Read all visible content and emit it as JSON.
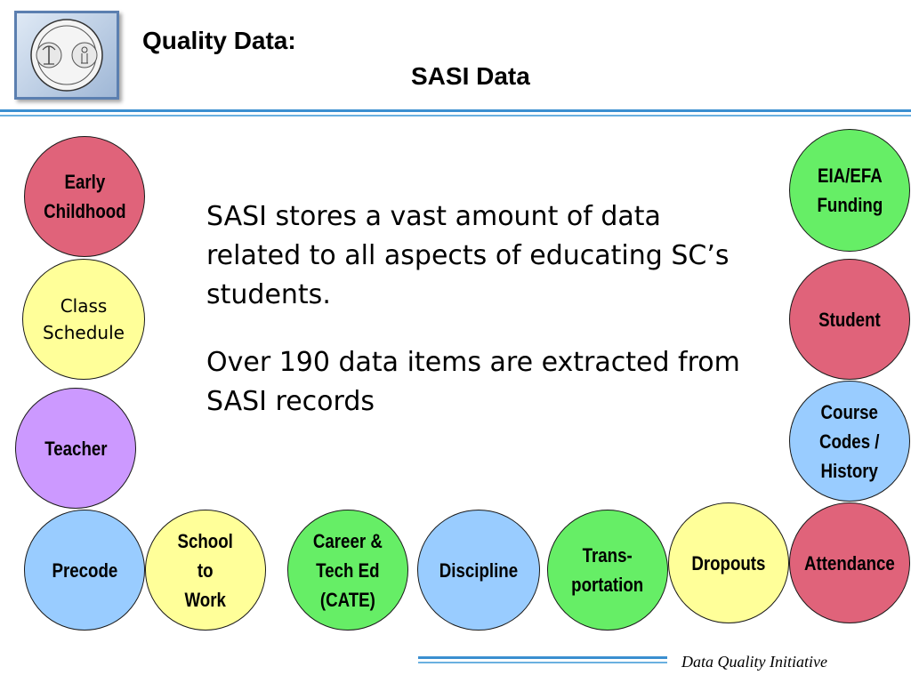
{
  "title": {
    "line1": "Quality Data:",
    "line2": "SASI Data"
  },
  "body": {
    "paragraph1": "SASI  stores a vast amount of data related to all aspects of educating SC’s students.",
    "paragraph2": "Over 190 data items are extracted from SASI records"
  },
  "bubbles": {
    "early_childhood": [
      "Early",
      "Childhood"
    ],
    "class_schedule": [
      "Class",
      "Schedule"
    ],
    "teacher": [
      "Teacher"
    ],
    "precode": [
      "Precode"
    ],
    "school_to_work": [
      "School",
      "to",
      "Work"
    ],
    "cate": [
      "Career &",
      "Tech Ed",
      "(CATE)"
    ],
    "discipline": [
      "Discipline"
    ],
    "transportation": [
      "Trans-",
      "portation"
    ],
    "dropouts": [
      "Dropouts"
    ],
    "attendance": [
      "Attendance"
    ],
    "course_codes": [
      "Course",
      "Codes /",
      "History"
    ],
    "student": [
      "Student"
    ],
    "eia_efa": [
      "EIA/EFA",
      "Funding"
    ]
  },
  "footer": "Data Quality Initiative",
  "colors": {
    "red": "#e0637a",
    "yellow": "#ffff99",
    "purple": "#cc99ff",
    "blue": "#99ccff",
    "green": "#66ee66",
    "rule": "#3b8fd0"
  },
  "icons": {
    "logo": "state-seal-icon"
  }
}
